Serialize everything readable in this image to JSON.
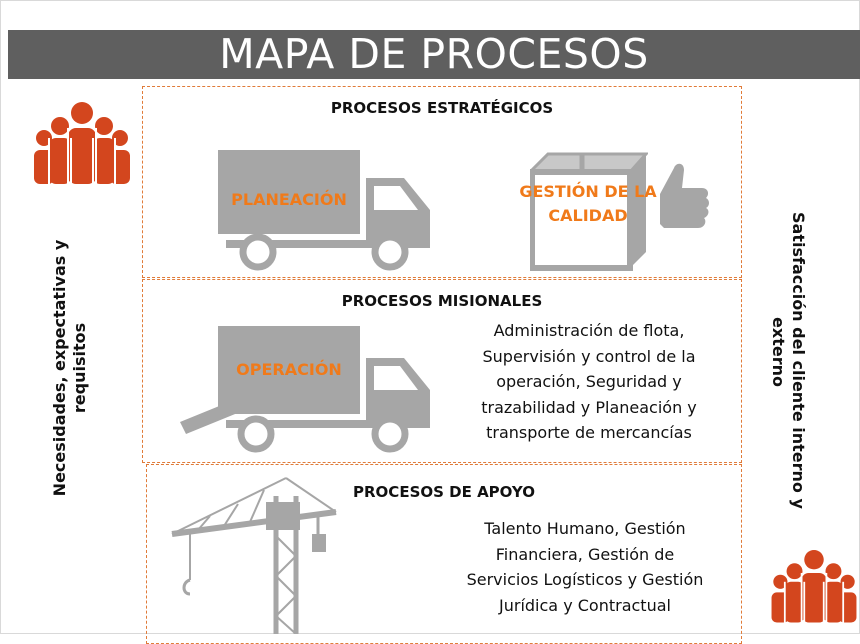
{
  "title": "MAPA DE PROCESOS",
  "left_side": {
    "line1": "Necesidades, expectativas y",
    "line2": "requisitos"
  },
  "right_side": {
    "line1": "Satisfacción del cliente interno y",
    "line2": "externo"
  },
  "strategic": {
    "title": "PROCESOS ESTRATÉGICOS",
    "planning_label": "PLANEACIÓN",
    "quality_label_1": "GESTIÓN DE LA",
    "quality_label_2": "CALIDAD"
  },
  "missional": {
    "title": "PROCESOS MISIONALES",
    "operation_label": "OPERACIÓN",
    "description": [
      "Administración de flota,",
      "Supervisión y control de la",
      "operación, Seguridad y",
      "trazabilidad y Planeación y",
      "transporte de mercancías"
    ]
  },
  "support": {
    "title": "PROCESOS DE APOYO",
    "description": [
      "Talento Humano, Gestión",
      "Financiera, Gestión de",
      "Servicios Logísticos y Gestión",
      "Jurídica y Contractual"
    ]
  },
  "colors": {
    "accent": "#e07b39",
    "icon_gray": "#a6a6a6",
    "people": "#d3461e",
    "title_bar": "#5f5f5f"
  },
  "icons": [
    "people-icon",
    "truck-icon",
    "box-icon",
    "thumbs-up-icon",
    "crane-icon"
  ]
}
